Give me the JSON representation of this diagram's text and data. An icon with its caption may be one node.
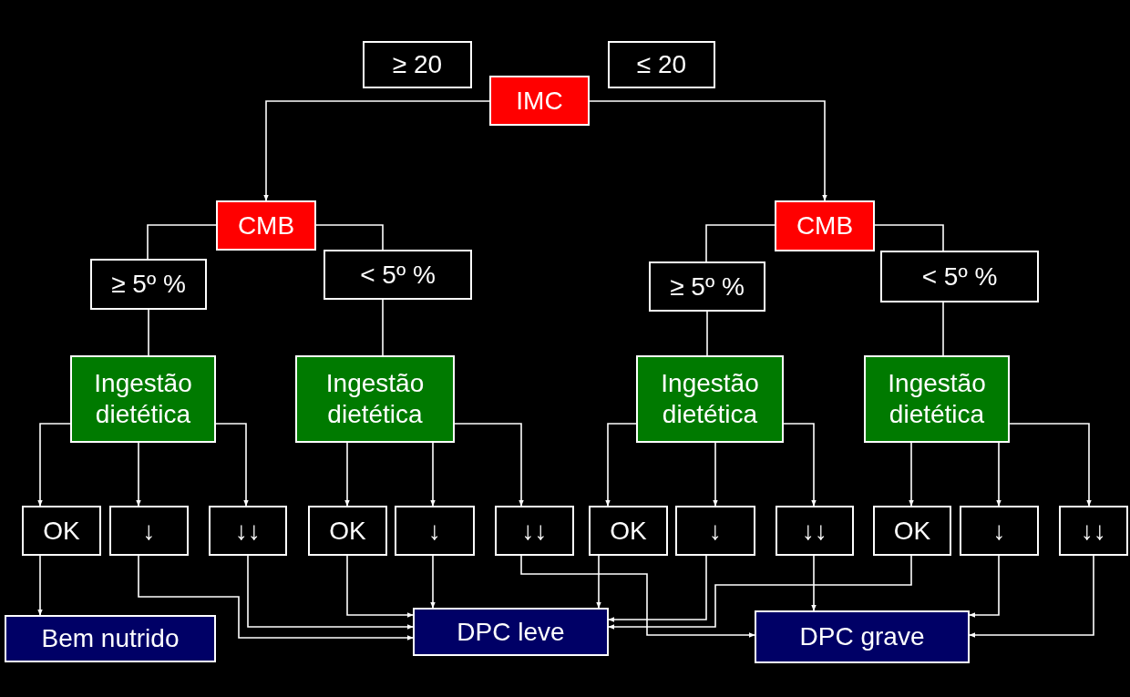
{
  "diagram": {
    "nodes": [
      {
        "text": [
          "≥ 20"
        ]
      },
      {
        "text": [
          "≤ 20"
        ]
      },
      {
        "text": [
          "IMC"
        ]
      },
      {
        "text": [
          "CMB"
        ]
      },
      {
        "text": [
          "CMB"
        ]
      },
      {
        "text": [
          "≥ 5º %"
        ]
      },
      {
        "text": [
          "< 5º %"
        ]
      },
      {
        "text": [
          "≥ 5º %"
        ]
      },
      {
        "text": [
          "< 5º %"
        ]
      },
      {
        "text": [
          "Ingestão dietética"
        ]
      },
      {
        "text": [
          "Ingestão dietética"
        ]
      },
      {
        "text": [
          "Ingestão dietética"
        ]
      },
      {
        "text": [
          "Ingestão dietética"
        ]
      },
      {
        "text": [
          "OK"
        ]
      },
      {
        "text": [
          "↓"
        ]
      },
      {
        "text": [
          "↓↓"
        ]
      },
      {
        "text": [
          "OK"
        ]
      },
      {
        "text": [
          "↓"
        ]
      },
      {
        "text": [
          "↓↓"
        ]
      },
      {
        "text": [
          "OK"
        ]
      },
      {
        "text": [
          "↓"
        ]
      },
      {
        "text": [
          "↓↓"
        ]
      },
      {
        "text": [
          "OK"
        ]
      },
      {
        "text": [
          "↓"
        ]
      },
      {
        "text": [
          "↓↓"
        ]
      },
      {
        "text": [
          "Bem nutrido"
        ]
      },
      {
        "text": [
          "DPC leve"
        ]
      },
      {
        "text": [
          "DPC grave"
        ]
      }
    ],
    "edges": [
      {
        "from": 2,
        "to": 3,
        "arrow": "to"
      },
      {
        "from": 2,
        "to": 4,
        "arrow": "to"
      },
      {
        "from": 3,
        "to": 5,
        "arrow": "none"
      },
      {
        "from": 3,
        "to": 6,
        "arrow": "none"
      },
      {
        "from": 4,
        "to": 7,
        "arrow": "none"
      },
      {
        "from": 4,
        "to": 8,
        "arrow": "none"
      },
      {
        "from": 5,
        "to": 9,
        "arrow": "none"
      },
      {
        "from": 6,
        "to": 10,
        "arrow": "none"
      },
      {
        "from": 7,
        "to": 11,
        "arrow": "none"
      },
      {
        "from": 8,
        "to": 12,
        "arrow": "none"
      },
      {
        "from": 9,
        "to": 13,
        "arrow": "to"
      },
      {
        "from": 9,
        "to": 14,
        "arrow": "to"
      },
      {
        "from": 9,
        "to": 15,
        "arrow": "to"
      },
      {
        "from": 10,
        "to": 16,
        "arrow": "to"
      },
      {
        "from": 10,
        "to": 17,
        "arrow": "to"
      },
      {
        "from": 10,
        "to": 18,
        "arrow": "to"
      },
      {
        "from": 11,
        "to": 19,
        "arrow": "to"
      },
      {
        "from": 11,
        "to": 20,
        "arrow": "to"
      },
      {
        "from": 11,
        "to": 21,
        "arrow": "to"
      },
      {
        "from": 12,
        "to": 22,
        "arrow": "to"
      },
      {
        "from": 12,
        "to": 23,
        "arrow": "to"
      },
      {
        "from": 12,
        "to": 24,
        "arrow": "to"
      },
      {
        "from": 13,
        "to": 25,
        "arrow": "to"
      },
      {
        "from": 14,
        "to": 26,
        "arrow": "to"
      },
      {
        "from": 15,
        "to": 26,
        "arrow": "to"
      },
      {
        "from": 16,
        "to": 26,
        "arrow": "to"
      },
      {
        "from": 17,
        "to": 26,
        "arrow": "to"
      },
      {
        "from": 18,
        "to": 27,
        "arrow": "to"
      },
      {
        "from": 19,
        "to": 26,
        "arrow": "to"
      },
      {
        "from": 20,
        "to": 26,
        "arrow": "to"
      },
      {
        "from": 21,
        "to": 27,
        "arrow": "to"
      },
      {
        "from": 22,
        "to": 26,
        "arrow": "to"
      },
      {
        "from": 23,
        "to": 27,
        "arrow": "to"
      },
      {
        "from": 24,
        "to": 27,
        "arrow": "to"
      }
    ]
  }
}
